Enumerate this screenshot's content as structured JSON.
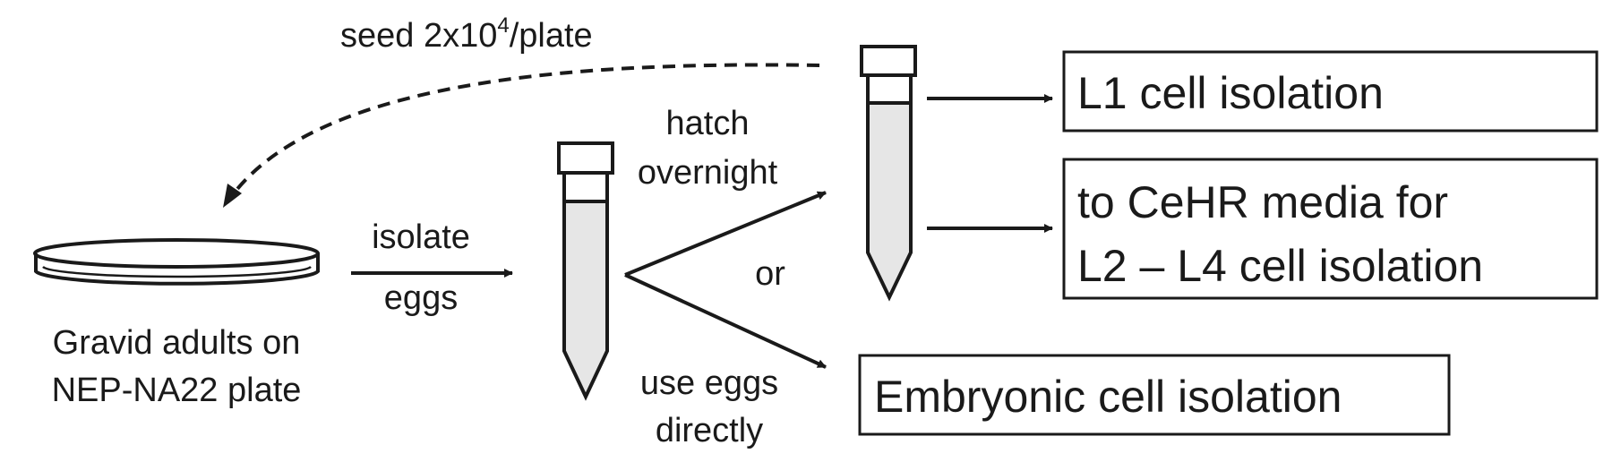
{
  "seed_label": "seed 2x10",
  "seed_exponent": "4",
  "seed_suffix": "/plate",
  "plate_caption_line1": "Gravid adults on",
  "plate_caption_line2": "NEP-NA22 plate",
  "isolate_line1": "isolate",
  "isolate_line2": "eggs",
  "hatch_line1": "hatch",
  "hatch_line2": "overnight",
  "or_label": "or",
  "use_eggs_line1": "use eggs",
  "use_eggs_line2": "directly",
  "box_l1": "L1 cell isolation",
  "box_cehr_line1": "to CeHR media for",
  "box_cehr_line2": "L2 – L4 cell isolation",
  "box_embryonic": "Embryonic cell isolation",
  "colors": {
    "ink": "#1a1a1a",
    "tube_fill": "#e6e6e6",
    "background": "#ffffff"
  }
}
